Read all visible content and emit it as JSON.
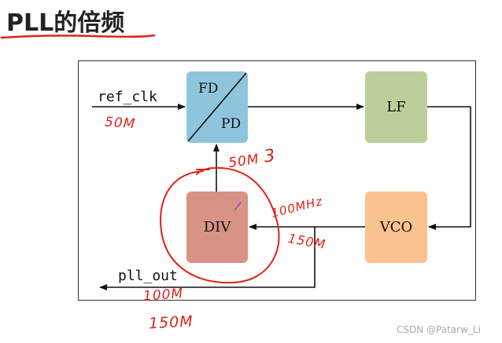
{
  "title": "PLL的倍频",
  "blocks": {
    "fd_pd": {
      "top_label": "FD",
      "bottom_label": "PD",
      "color": "#8fc5dc"
    },
    "lf": {
      "label": "LF",
      "color": "#bccf9a"
    },
    "div": {
      "label": "DIV",
      "color": "#d99286"
    },
    "vco": {
      "label": "VCO",
      "color": "#f9c38f"
    }
  },
  "signals": {
    "input": "ref_clk",
    "output": "pll_out"
  },
  "handwritten_notes": {
    "ref_freq": "50M",
    "fb_freq": "50M",
    "divider": "3",
    "vco_freq_1": "100MHz",
    "vco_freq_2": "150M",
    "out_freq_1": "100M",
    "out_freq_2": "150M",
    "ink_color": "#e0221b"
  },
  "watermark": "CSDN @Patarw_Li"
}
